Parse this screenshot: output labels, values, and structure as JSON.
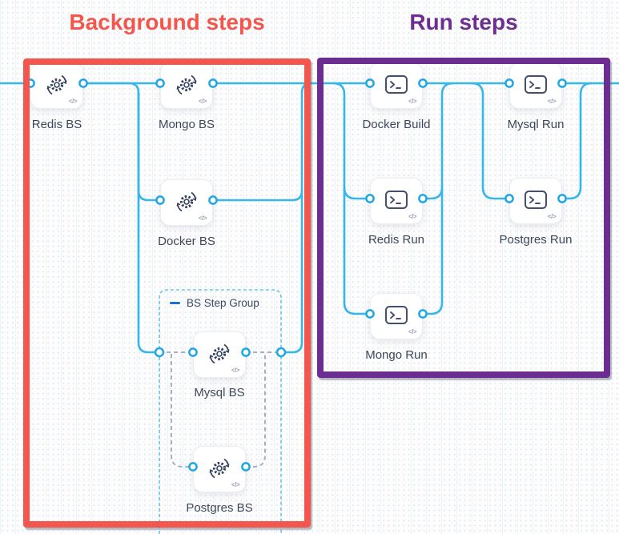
{
  "sections": {
    "background": {
      "title": "Background steps",
      "nodes": [
        {
          "label": "Redis BS"
        },
        {
          "label": "Mongo BS"
        },
        {
          "label": "Docker BS"
        }
      ],
      "group": {
        "label": "BS Step Group",
        "nodes": [
          {
            "label": "Mysql BS"
          },
          {
            "label": "Postgres BS"
          }
        ]
      }
    },
    "run": {
      "title": "Run steps",
      "nodes": [
        {
          "label": "Docker Build"
        },
        {
          "label": "Mysql Run"
        },
        {
          "label": "Redis Run"
        },
        {
          "label": "Postgres Run"
        },
        {
          "label": "Mongo Run"
        }
      ]
    }
  },
  "badges": {
    "code": "</>"
  },
  "colors": {
    "background_accent": "#f2564c",
    "run_accent": "#6b2e90",
    "connector_blue": "#35b7ec",
    "connector_gray_dashed": "#a9aec2",
    "group_border_blue": "#66c4ee",
    "port_ring_blue": "#1ea7e2",
    "icon_navy": "#33415e"
  }
}
